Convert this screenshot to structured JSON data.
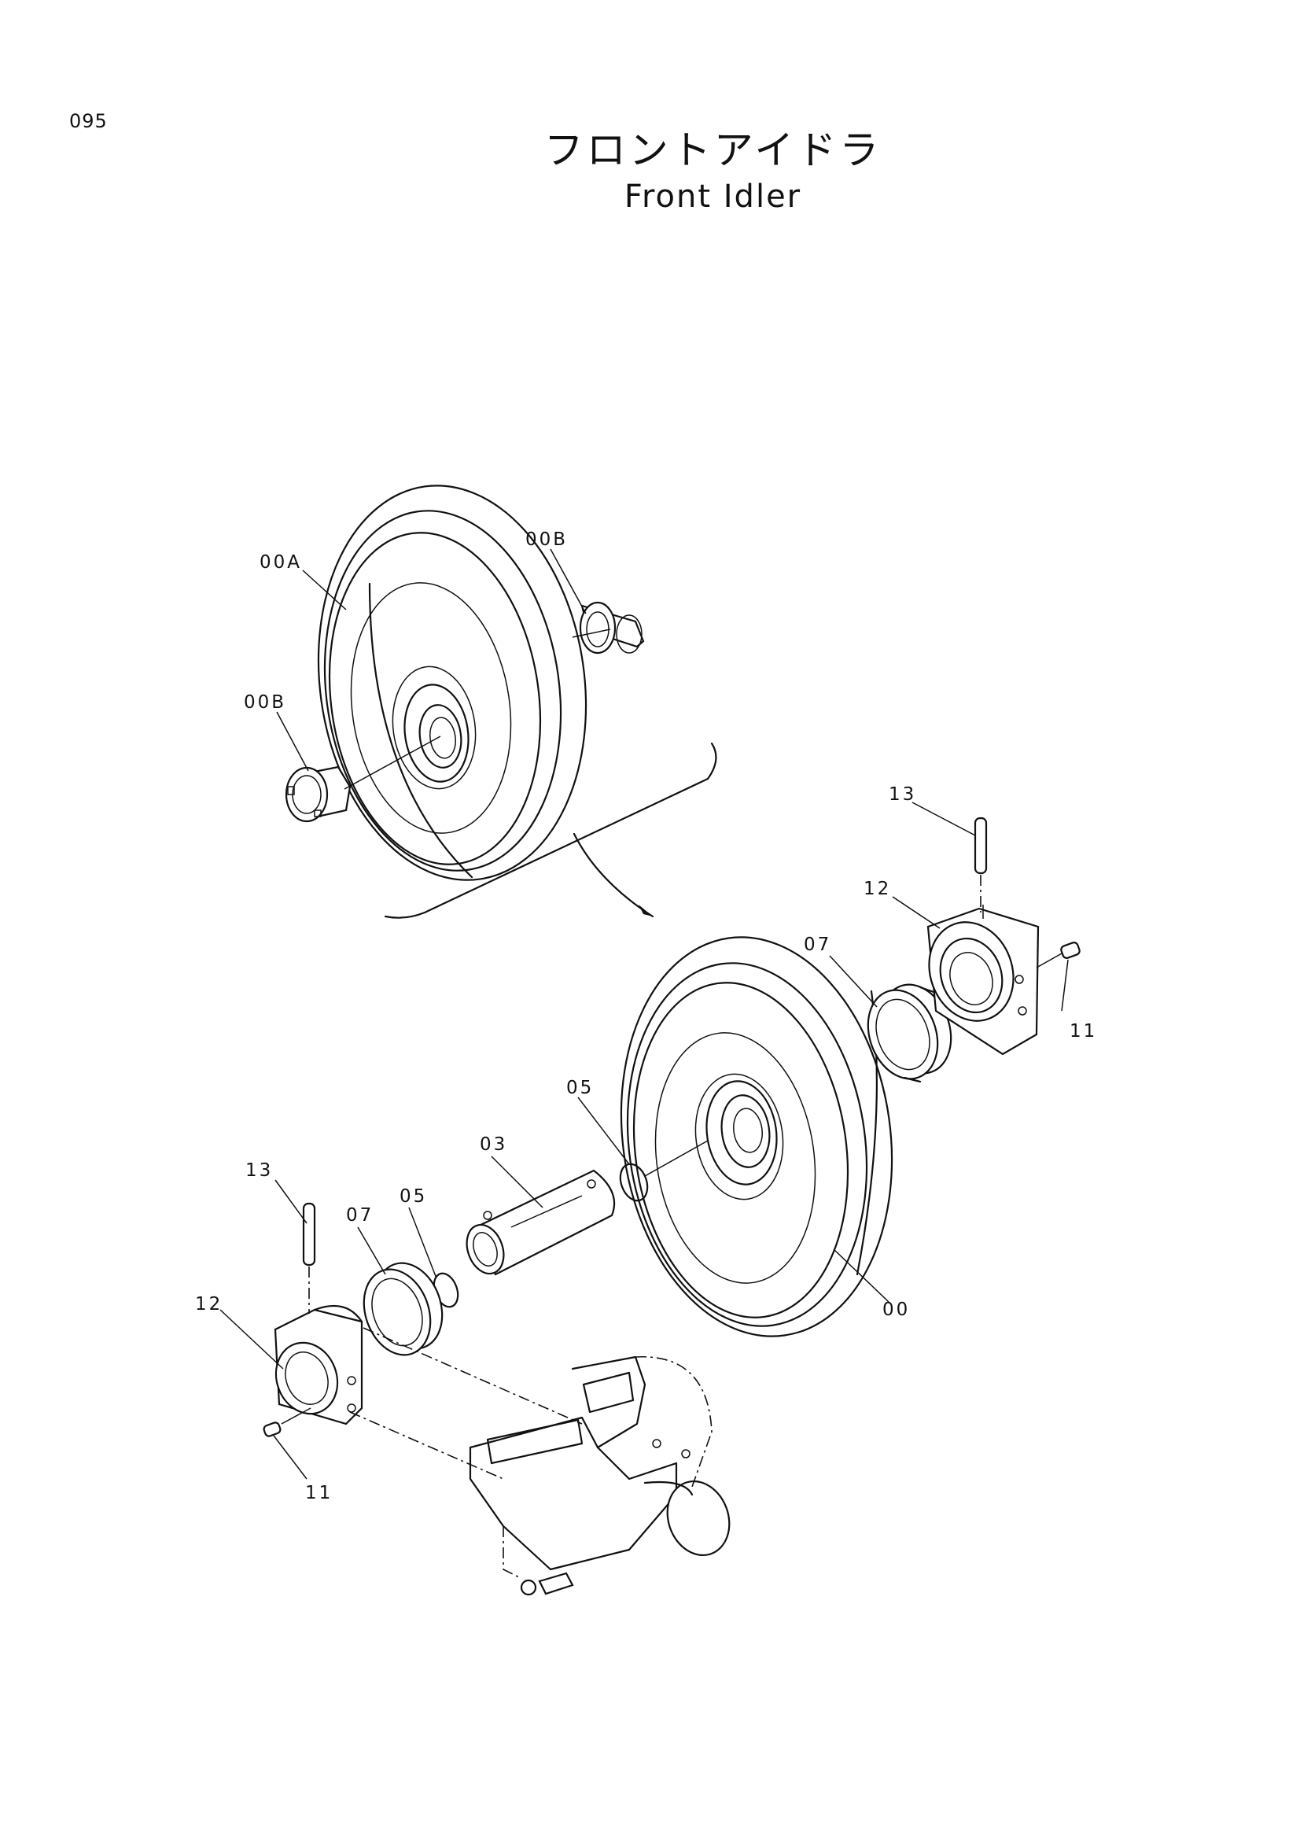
{
  "page": {
    "number": "095"
  },
  "title": {
    "japanese": "フロントアイドラ",
    "english": "Front Idler"
  },
  "callouts": [
    {
      "id": "00A",
      "text": "00A"
    },
    {
      "id": "00B-a",
      "text": "00B"
    },
    {
      "id": "00B-b",
      "text": "00B"
    },
    {
      "id": "13-a",
      "text": "13"
    },
    {
      "id": "12-a",
      "text": "12"
    },
    {
      "id": "07-a",
      "text": "07"
    },
    {
      "id": "11-a",
      "text": "11"
    },
    {
      "id": "05-a",
      "text": "05"
    },
    {
      "id": "03",
      "text": "03"
    },
    {
      "id": "13-b",
      "text": "13"
    },
    {
      "id": "07-b",
      "text": "07"
    },
    {
      "id": "05-b",
      "text": "05"
    },
    {
      "id": "12-b",
      "text": "12"
    },
    {
      "id": "11-b",
      "text": "11"
    },
    {
      "id": "00",
      "text": "00"
    }
  ]
}
